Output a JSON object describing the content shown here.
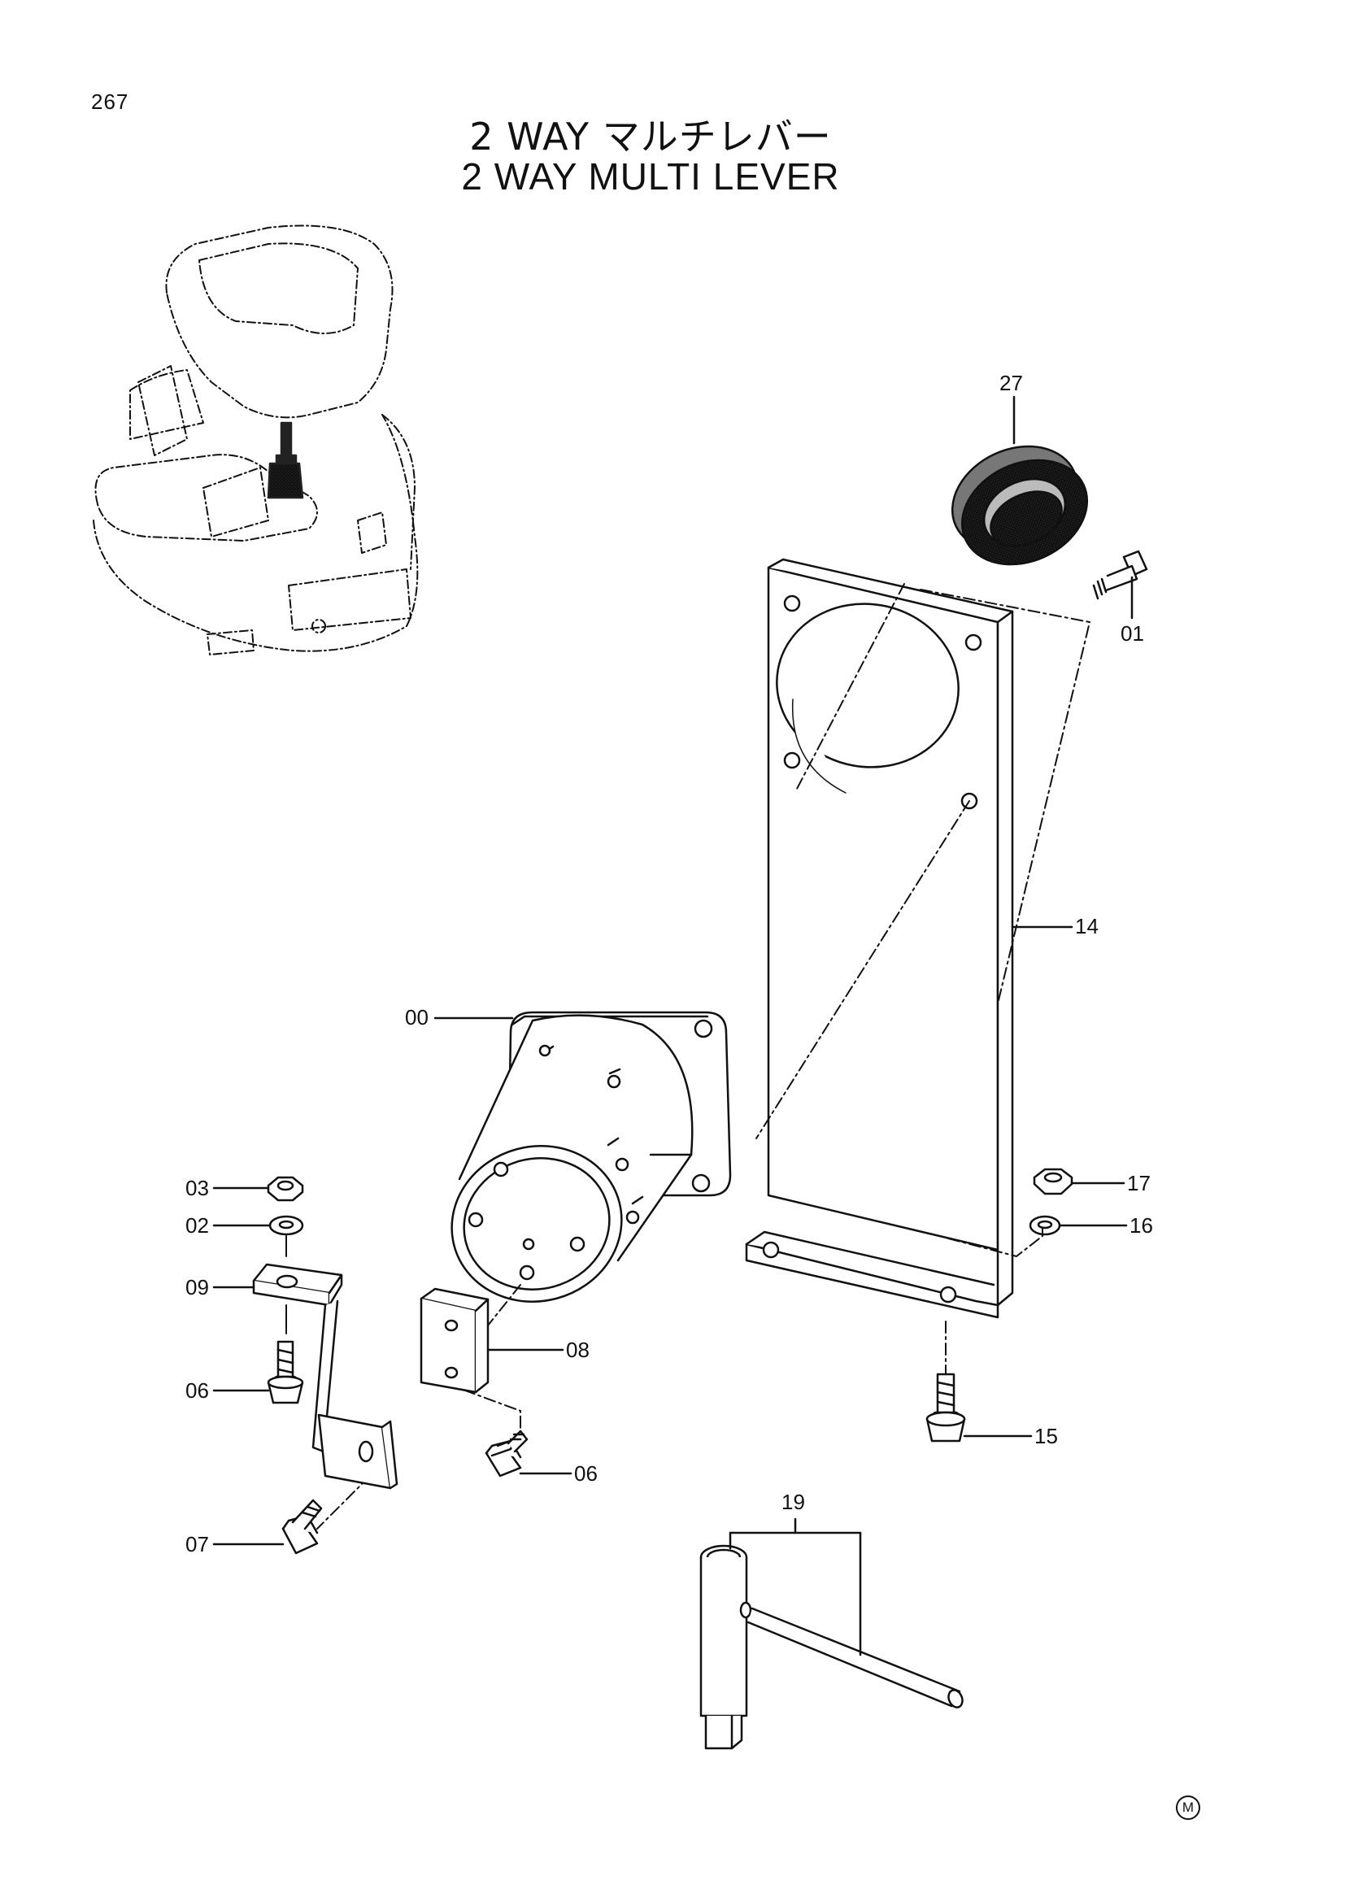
{
  "page_number": "267",
  "title_ja": "2 WAY マルチレバー",
  "title_en": "2 WAY  MULTI  LEVER",
  "callouts": {
    "c27": "27",
    "c01": "01",
    "c14": "14",
    "c00": "00",
    "c17": "17",
    "c16": "16",
    "c03": "03",
    "c02": "02",
    "c09": "09",
    "c08": "08",
    "c06a": "06",
    "c15": "15",
    "c06b": "06",
    "c19": "19",
    "c07": "07"
  },
  "corner_mark": "M"
}
